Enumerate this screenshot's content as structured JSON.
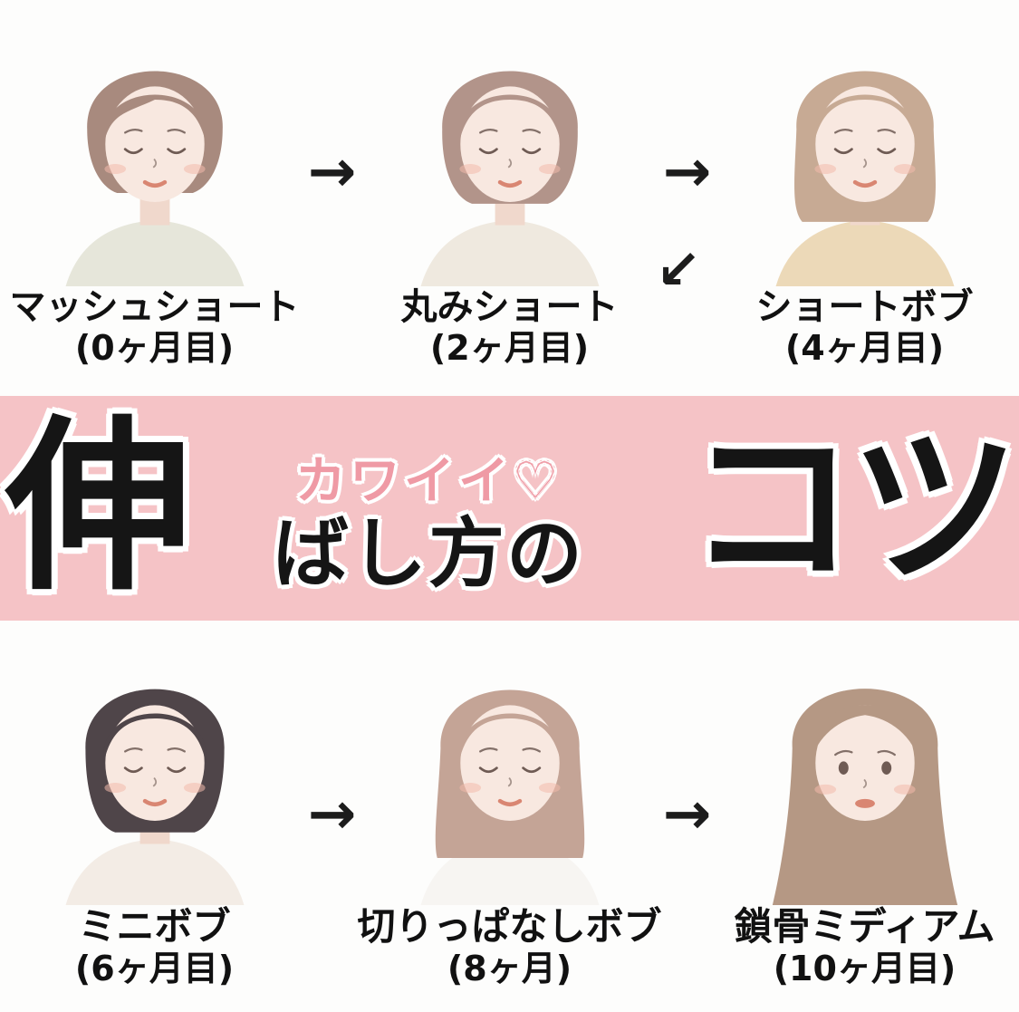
{
  "palette": {
    "background": "#fdfdfc",
    "skin": "#f8e8e0",
    "skin_shadow": "#f0d8cc",
    "blush": "#f2b9ac",
    "lips": "#d98672",
    "line": "#6f5b54",
    "arrow": "#1c1c1c",
    "label_text": "#111111"
  },
  "banner": {
    "big_left": "伸",
    "kawaii": "カワイイ♡",
    "middle": "ばし方の",
    "big_right": "コツ",
    "bg_color": "#f5c3c6",
    "kawaii_color": "#ef9aa5",
    "text_color": "#151515"
  },
  "icons": {
    "arrow_right": "→",
    "arrow_down_left": "↙"
  },
  "stages": [
    {
      "name": "マッシュショート",
      "month": "(0ヶ月目)",
      "hair_color": "#a88a7e",
      "clothing_color": "#e6e6da"
    },
    {
      "name": "丸みショート",
      "month": "(2ヶ月目)",
      "hair_color": "#b2948a",
      "clothing_color": "#efe9df"
    },
    {
      "name": "ショートボブ",
      "month": "(4ヶ月目)",
      "hair_color": "#c7aa94",
      "clothing_color": "#ecd9b8"
    },
    {
      "name": "ミニボブ",
      "month": "(6ヶ月目)",
      "hair_color": "#4f4549",
      "clothing_color": "#f3ece5"
    },
    {
      "name": "切りっぱなしボブ",
      "month": "(8ヶ月)",
      "hair_color": "#c4a496",
      "clothing_color": "#f7f5f2"
    },
    {
      "name": "鎖骨ミディアム",
      "month": "(10ヶ月目)",
      "hair_color": "#b59884",
      "clothing_color": "#f3ede6"
    }
  ]
}
